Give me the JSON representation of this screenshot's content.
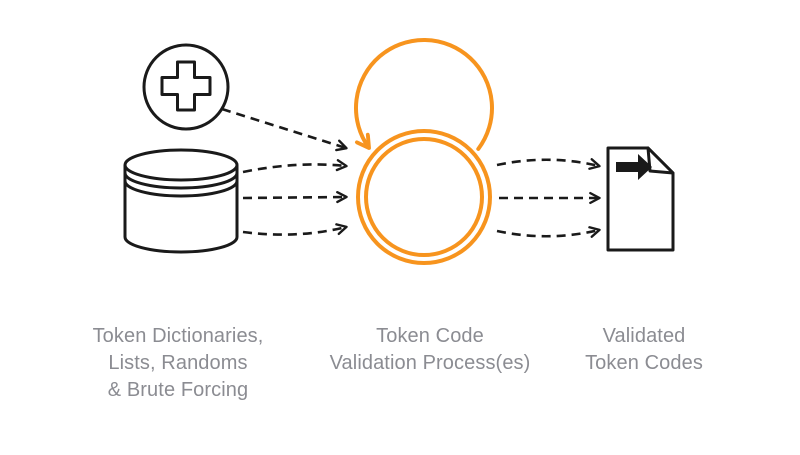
{
  "labels": {
    "sources": "Token Dictionaries,\nLists, Randoms\n& Brute Forcing",
    "process": "Token Code\nValidation Process(es)",
    "output": "Validated\nToken Codes"
  },
  "icons": {
    "sources_icon_1": "plus-circle-icon",
    "sources_icon_2": "database-icon",
    "process_icon_1": "loop-arrow-icon",
    "process_icon_2": "double-circle-icon",
    "output_icon": "document-export-icon"
  },
  "colors": {
    "accent_orange": "#F7941E",
    "line_black": "#1A1A1A",
    "label_gray": "#8B8C92",
    "background": "#FFFFFF"
  }
}
